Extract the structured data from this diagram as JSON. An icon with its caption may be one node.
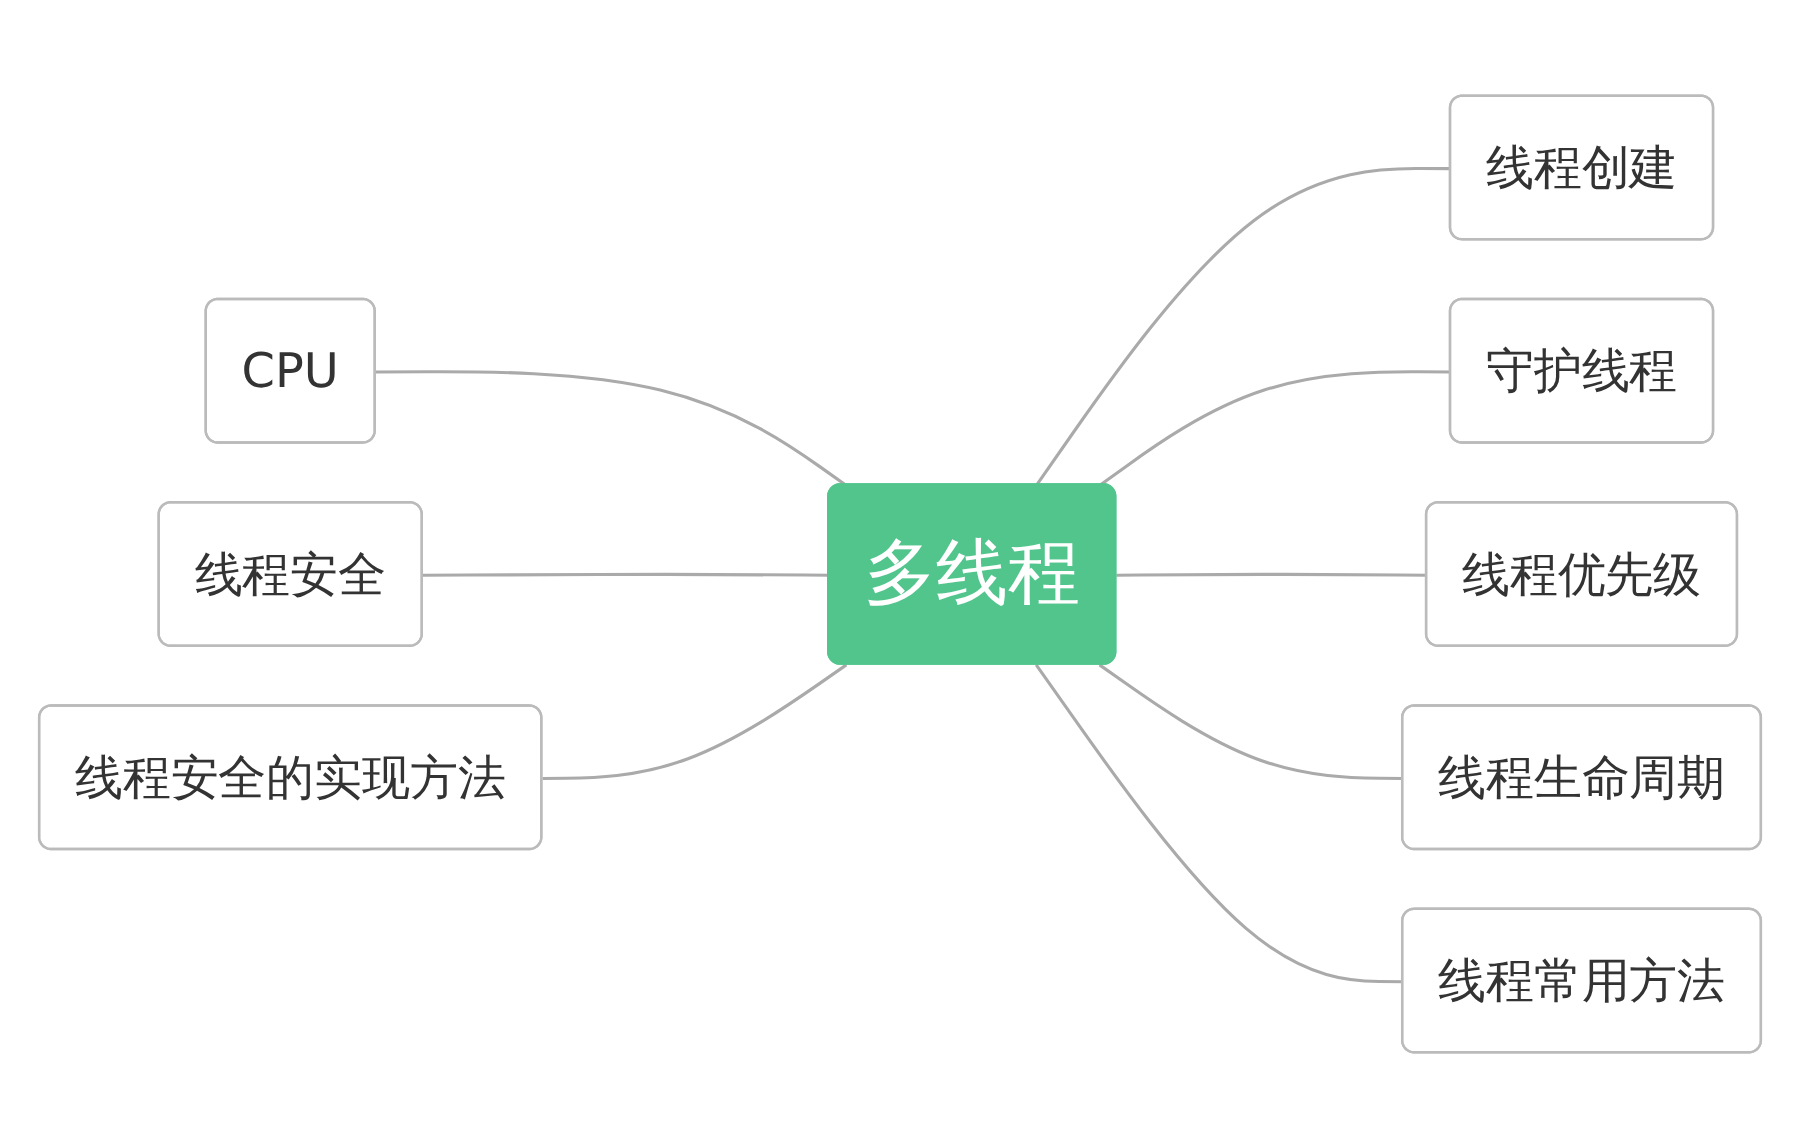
{
  "diagram": {
    "nodes": [
      {
        "text": [
          "多线程"
        ]
      },
      {
        "text": [
          "CPU"
        ]
      },
      {
        "text": [
          "线程安全"
        ]
      },
      {
        "text": [
          "线程安全的实现方法"
        ]
      },
      {
        "text": [
          "线程创建"
        ]
      },
      {
        "text": [
          "守护线程"
        ]
      },
      {
        "text": [
          "线程优先级"
        ]
      },
      {
        "text": [
          "线程生命周期"
        ]
      },
      {
        "text": [
          "线程常用方法"
        ]
      }
    ],
    "edges": [
      {
        "from": 0,
        "to": 1,
        "arrow": "none"
      },
      {
        "from": 0,
        "to": 2,
        "arrow": "none"
      },
      {
        "from": 0,
        "to": 3,
        "arrow": "none"
      },
      {
        "from": 0,
        "to": 4,
        "arrow": "none"
      },
      {
        "from": 0,
        "to": 5,
        "arrow": "none"
      },
      {
        "from": 0,
        "to": 6,
        "arrow": "none"
      },
      {
        "from": 0,
        "to": 7,
        "arrow": "none"
      },
      {
        "from": 0,
        "to": 8,
        "arrow": "none"
      }
    ]
  }
}
